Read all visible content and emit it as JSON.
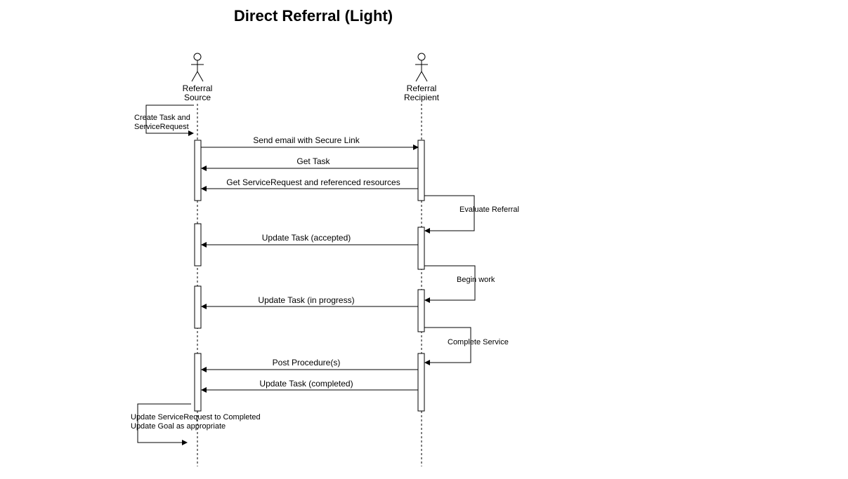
{
  "title": "Direct Referral (Light)",
  "actors": [
    {
      "id": "source",
      "line1": "Referral",
      "line2": "Source"
    },
    {
      "id": "recipient",
      "line1": "Referral",
      "line2": "Recipient"
    }
  ],
  "self_notes": {
    "create_task": [
      "Create Task and",
      "ServiceRequest"
    ],
    "evaluate": "Evaluate Referral",
    "begin_work": "Begin work",
    "complete_service": "Complete Service",
    "final": [
      "Update ServiceRequest to Completed",
      "Update Goal as appropriate"
    ]
  },
  "messages": {
    "send_email": "Send email with Secure Link",
    "get_task": "Get Task",
    "get_service_request": "Get ServiceRequest and referenced resources",
    "update_accepted": "Update Task (accepted)",
    "update_in_progress": "Update Task (in progress)",
    "post_procedures": "Post Procedure(s)",
    "update_completed": "Update Task (completed)"
  }
}
